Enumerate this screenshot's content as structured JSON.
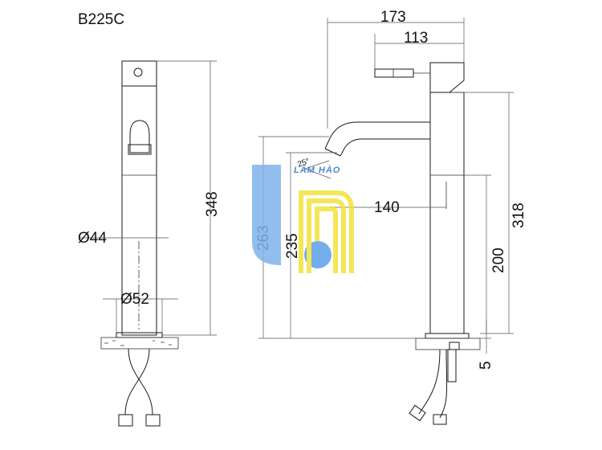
{
  "model": "B225C",
  "dimensions": {
    "d173": "173",
    "d113": "113",
    "d348": "348",
    "d44": "Ø44",
    "d52": "Ø52",
    "d263": "263",
    "d235": "235",
    "d140": "140",
    "d318": "318",
    "d200": "200",
    "d5": "5",
    "angle": "25°"
  },
  "watermark": {
    "brand": "LÂM HÀO",
    "colors": {
      "blue": "#5aa0e8",
      "yellow": "#f3e23a"
    }
  }
}
